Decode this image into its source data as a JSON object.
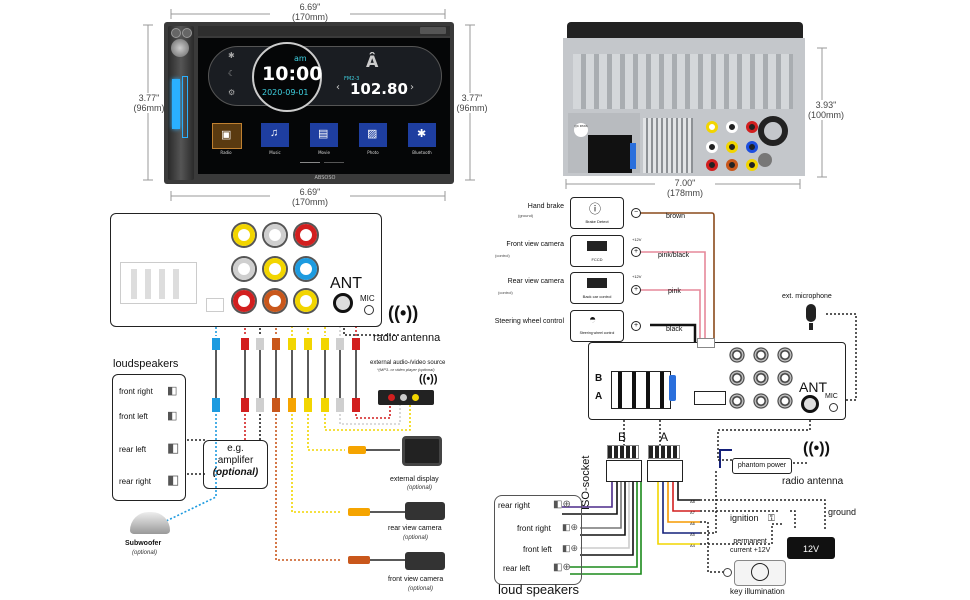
{
  "front_unit": {
    "width_top": "6.69\"",
    "width_top_mm": "(170mm)",
    "width_bottom": "6.69\"",
    "width_bottom_mm": "(170mm)",
    "height_left": "3.77\"",
    "height_left_mm": "(96mm)",
    "height_right": "3.77\"",
    "height_right_mm": "(96mm)",
    "screen": {
      "time": "10:00",
      "ampm": "am",
      "date": "2020-09-01",
      "band": "FM2-3",
      "frequency": "102.80",
      "apps": [
        "Radio",
        "Music",
        "Movie",
        "Photo",
        "Bluetooth"
      ],
      "brand": "ABSOSO"
    }
  },
  "back_unit": {
    "width": "7.00\"",
    "width_mm": "(178mm)",
    "height": "3.93\"",
    "height_mm": "(100mm)",
    "qc_sticker": "QC PASS"
  },
  "left_diagram": {
    "ant_label": "ANT",
    "mic_label": "MIC",
    "radio_antenna": "radio antenna",
    "loudspeakers_title": "loudspeakers",
    "speakers": [
      "front right",
      "front left",
      "rear left",
      "rear right"
    ],
    "amplifier": [
      "e.g.",
      "amplifer",
      "(optional)"
    ],
    "av_source": "external audio-/video source",
    "av_source_sub": "*(MP3- or video player (optional)",
    "external_display": "external display",
    "external_display_sub": "(optional)",
    "rear_camera": "rear view camera",
    "rear_camera_sub": "(optional)",
    "front_camera": "front view camera",
    "front_camera_sub": "(optional)",
    "subwoofer": "Subwoofer",
    "subwoofer_sub": "(optional)"
  },
  "right_diagram": {
    "controls": [
      {
        "title": "Hand brake",
        "sub": "(ground)",
        "box": "Brake Detect",
        "terminal": "−",
        "voltage": "",
        "wire": "brown"
      },
      {
        "title": "Front view camera",
        "sub": "(control)",
        "box": "FCCD",
        "terminal": "+",
        "voltage": "+12V",
        "wire": "pink/black"
      },
      {
        "title": "Rear view camera",
        "sub": "(control)",
        "box": "Back car control",
        "terminal": "+",
        "voltage": "+12V",
        "wire": "pink"
      },
      {
        "title": "Steering wheel control",
        "sub": "",
        "box": "Steering wheel control",
        "terminal": "+",
        "voltage": "",
        "wire": "black"
      }
    ],
    "ext_microphone": "ext. microphone",
    "ant_label": "ANT",
    "mic_label": "MIC",
    "connector_b": "B",
    "connector_a": "A",
    "iso_socket": "ISO-socket",
    "iso_b": "B",
    "iso_a": "A",
    "pins": [
      "A8",
      "A7",
      "A6",
      "A5",
      "A4"
    ],
    "speakers": [
      "rear right",
      "front right",
      "front left",
      "rear left"
    ],
    "loud_speakers": "loud speakers",
    "phantom_power": "phantom power",
    "radio_antenna": "radio antenna",
    "ground": "ground",
    "ignition": "ignition",
    "permanent_current": [
      "permanent",
      "current +12V"
    ],
    "battery": "12V",
    "key_illumination": "key illumination"
  },
  "colors": {
    "rca_yellow": "#f2d500",
    "rca_white": "#cfcfcf",
    "rca_red": "#d21f1f",
    "rca_blue": "#1d9be0",
    "rca_orange": "#c9571b",
    "wire_brown": "#8a4a1c",
    "wire_pink": "#e6889a",
    "wire_purple": "#4b2a8a",
    "wire_green": "#1b8a1b",
    "wire_navy": "#14207a"
  }
}
